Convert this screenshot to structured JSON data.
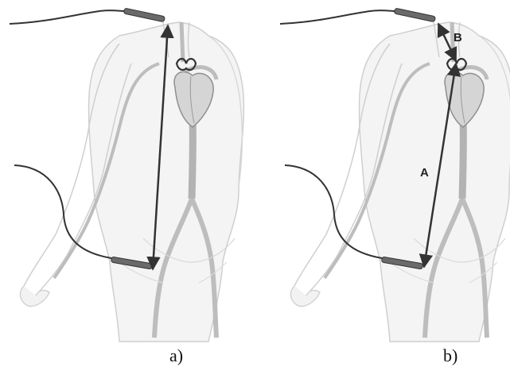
{
  "panels": [
    {
      "caption": "a)"
    },
    {
      "caption": "b)",
      "segment_labels": [
        "A",
        "B"
      ]
    }
  ],
  "colors": {
    "body_outline": "#c9c9c9",
    "body_shade": "#e9e9e9",
    "vessel": "#b8b8b8",
    "heart": "#9a9a9a",
    "arrow": "#333333",
    "sensor": "#555555"
  }
}
